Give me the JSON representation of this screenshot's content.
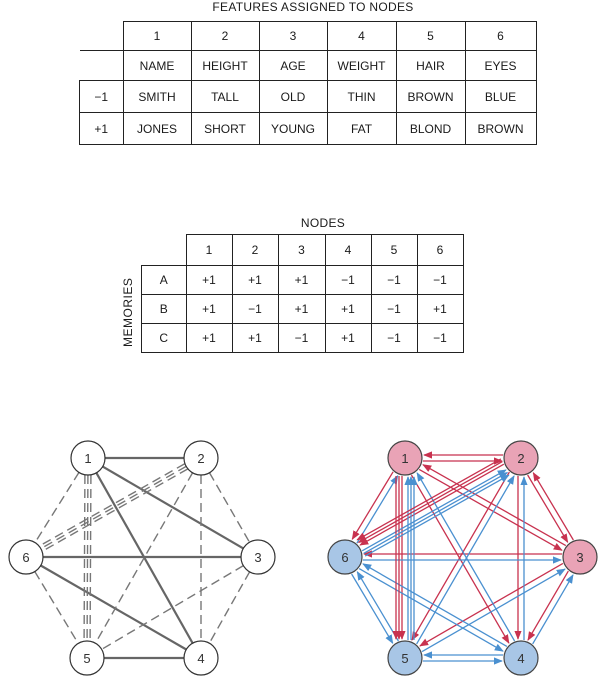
{
  "features_table": {
    "title": "FEATURES ASSIGNED TO NODES",
    "node_numbers": [
      "1",
      "2",
      "3",
      "4",
      "5",
      "6"
    ],
    "feature_names": [
      "NAME",
      "HEIGHT",
      "AGE",
      "WEIGHT",
      "HAIR",
      "EYES"
    ],
    "rows": [
      {
        "state": "−1",
        "values": [
          "SMITH",
          "TALL",
          "OLD",
          "THIN",
          "BROWN",
          "BLUE"
        ]
      },
      {
        "state": "+1",
        "values": [
          "JONES",
          "SHORT",
          "YOUNG",
          "FAT",
          "BLOND",
          "BROWN"
        ]
      }
    ]
  },
  "memories_table": {
    "title": "NODES",
    "side_label": "MEMORIES",
    "node_numbers": [
      "1",
      "2",
      "3",
      "4",
      "5",
      "6"
    ],
    "rows": [
      {
        "memory": "A",
        "values": [
          "+1",
          "+1",
          "+1",
          "−1",
          "−1",
          "−1"
        ]
      },
      {
        "memory": "B",
        "values": [
          "+1",
          "−1",
          "+1",
          "+1",
          "−1",
          "+1"
        ]
      },
      {
        "memory": "C",
        "values": [
          "+1",
          "+1",
          "−1",
          "+1",
          "−1",
          "−1"
        ]
      }
    ]
  },
  "left_network": {
    "node_labels": [
      "1",
      "2",
      "3",
      "4",
      "5",
      "6"
    ],
    "solid_edges": [
      [
        "1",
        "2"
      ],
      [
        "1",
        "3"
      ],
      [
        "1",
        "4"
      ],
      [
        "6",
        "3"
      ],
      [
        "6",
        "4"
      ],
      [
        "5",
        "4"
      ]
    ],
    "dashed_edges": [
      [
        "1",
        "6"
      ],
      [
        "1",
        "5"
      ],
      [
        "2",
        "6"
      ],
      [
        "2",
        "5"
      ],
      [
        "2",
        "4"
      ],
      [
        "2",
        "3"
      ],
      [
        "3",
        "5"
      ],
      [
        "3",
        "4"
      ],
      [
        "6",
        "5"
      ]
    ]
  },
  "right_network": {
    "node_labels": [
      "1",
      "2",
      "3",
      "4",
      "5",
      "6"
    ],
    "colors": {
      "pink_node": "#e9a3b6",
      "blue_node": "#a8c6e6",
      "red_arrow": "#c8324f",
      "blue_arrow": "#4a90d0"
    }
  }
}
